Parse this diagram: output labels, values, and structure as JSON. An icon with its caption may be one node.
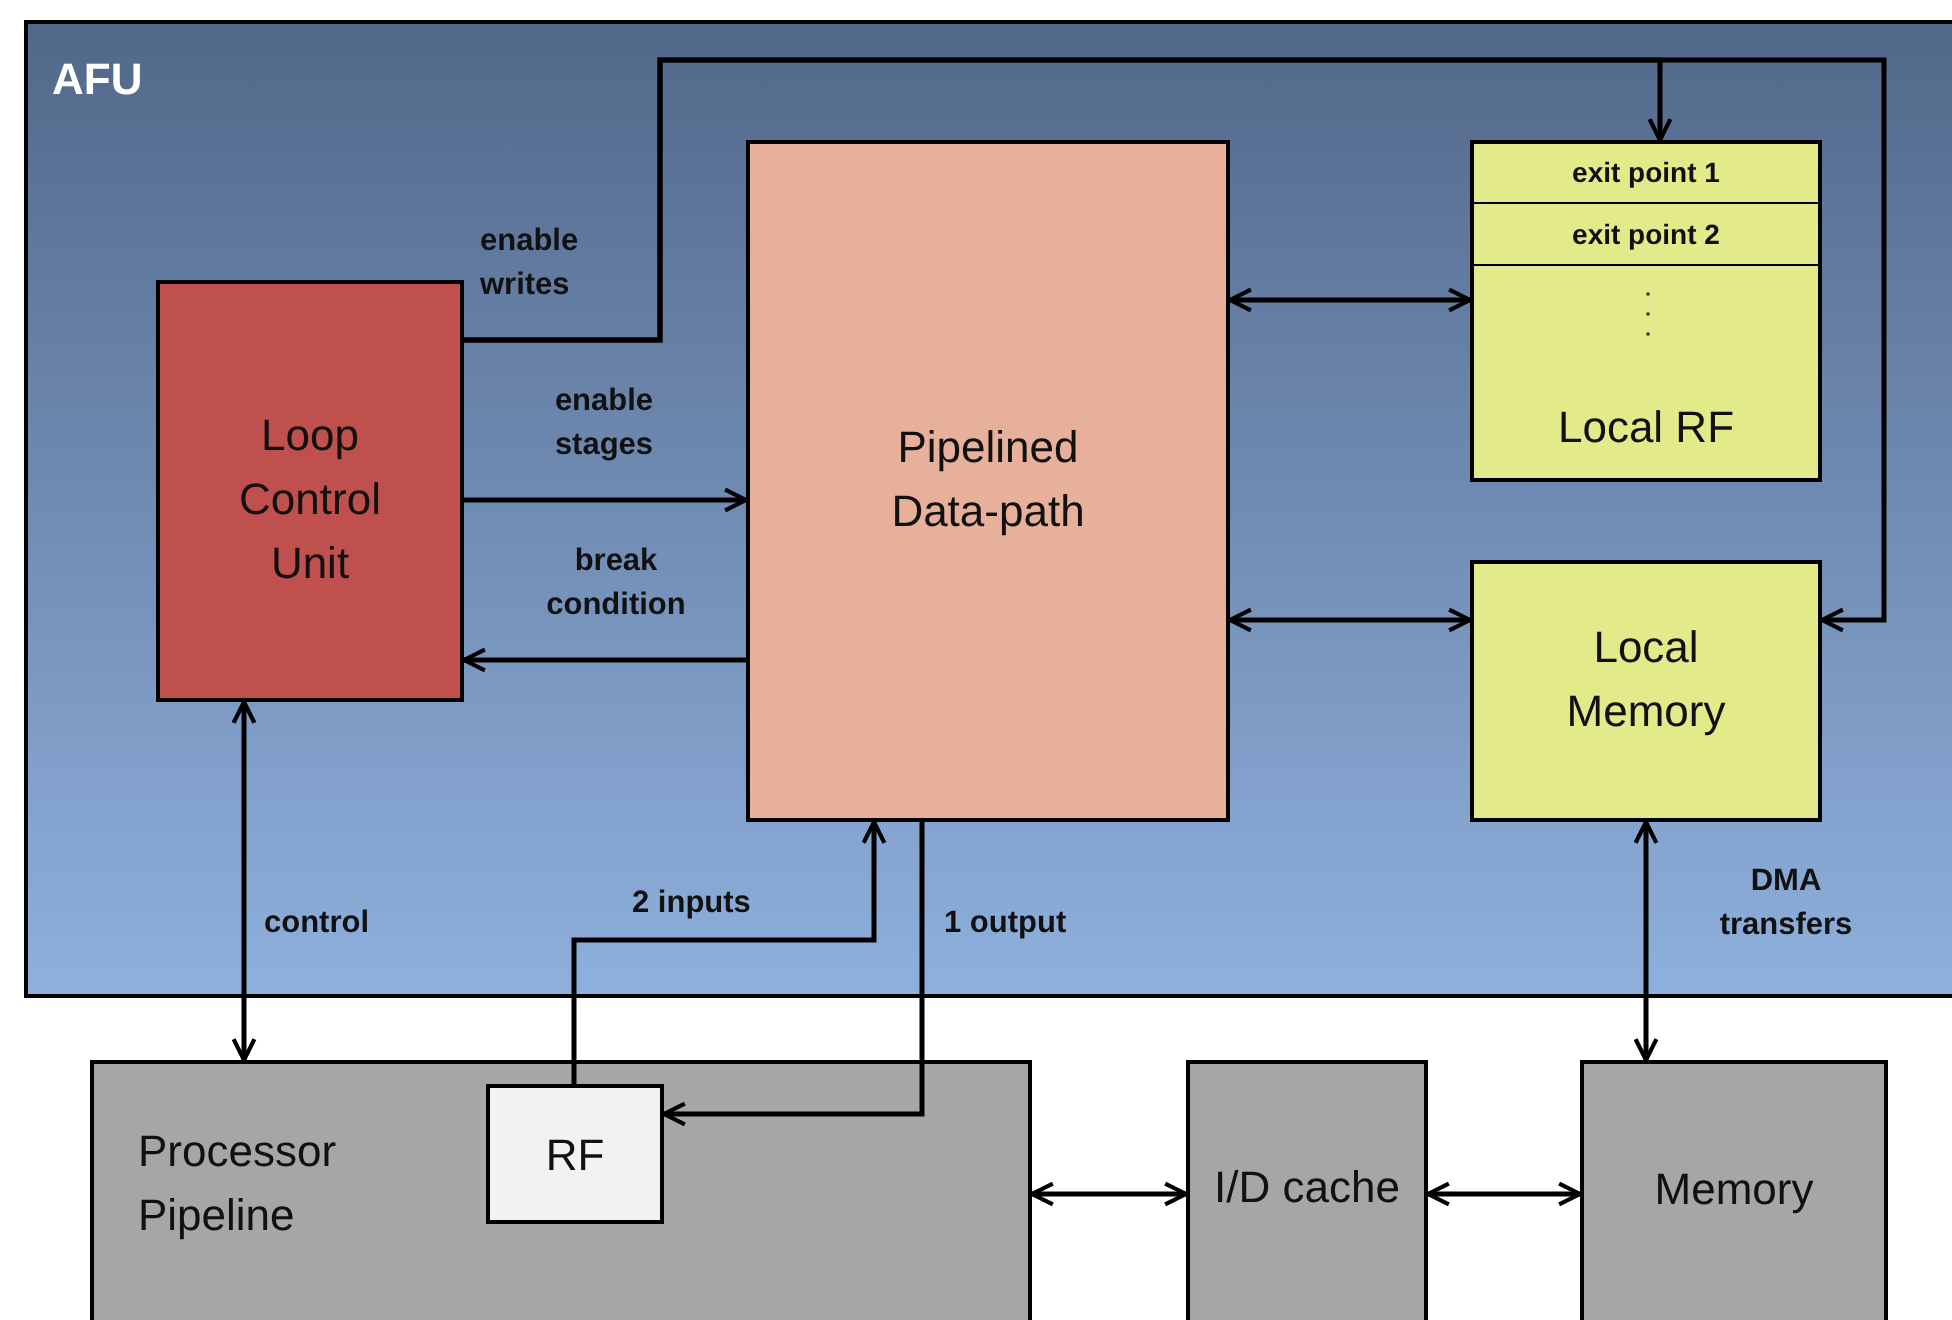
{
  "diagram": {
    "nodes": [
      {
        "text": [
          "AFU"
        ]
      },
      {
        "text": [
          "Loop Control Unit"
        ],
        "in": 0
      },
      {
        "text": [
          "Pipelined Data-path"
        ],
        "in": 0
      },
      {
        "text": [
          "exit point 1",
          "exit point 2",
          "Local RF"
        ],
        "in": 0
      },
      {
        "text": [
          "Local Memory"
        ],
        "in": 0
      },
      {
        "text": [
          "Processor Pipeline"
        ]
      },
      {
        "text": [
          "RF"
        ],
        "in": 5
      },
      {
        "text": [
          "I/D cache"
        ]
      },
      {
        "text": [
          "Memory"
        ]
      }
    ],
    "edges": [
      {
        "from": 1,
        "to": 3,
        "arrow": "to",
        "label": "enable writes"
      },
      {
        "from": 1,
        "to": 4,
        "arrow": "to"
      },
      {
        "from": 1,
        "to": 2,
        "arrow": "to",
        "label": "enable stages"
      },
      {
        "from": 2,
        "to": 1,
        "arrow": "to",
        "label": "break condition"
      },
      {
        "from": 2,
        "to": 3,
        "arrow": "both"
      },
      {
        "from": 2,
        "to": 4,
        "arrow": "both"
      },
      {
        "from": 1,
        "to": 5,
        "arrow": "both",
        "label": "control"
      },
      {
        "from": 6,
        "to": 2,
        "arrow": "to",
        "label": "2 inputs"
      },
      {
        "from": 2,
        "to": 6,
        "arrow": "to",
        "label": "1 output"
      },
      {
        "from": 4,
        "to": 8,
        "arrow": "both",
        "label": "DMA transfers"
      },
      {
        "from": 5,
        "to": 7,
        "arrow": "both"
      },
      {
        "from": 7,
        "to": 8,
        "arrow": "both"
      }
    ]
  }
}
